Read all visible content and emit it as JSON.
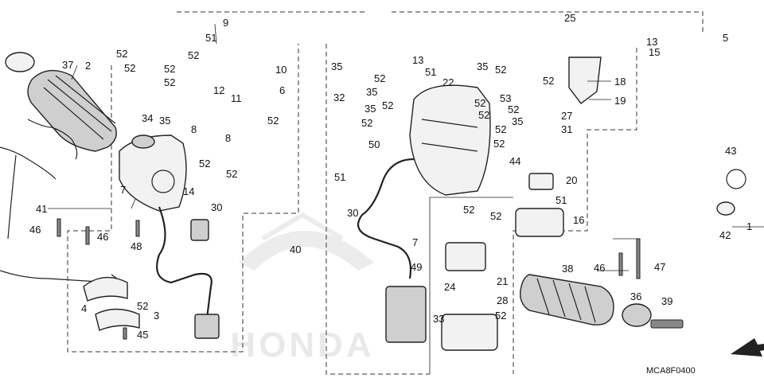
{
  "diagram": {
    "code": "MCA8F0400",
    "watermark": "HONDA",
    "labels": [
      {
        "id": "c37",
        "text": "37"
      },
      {
        "id": "c2",
        "text": "2"
      },
      {
        "id": "c52a",
        "text": "52"
      },
      {
        "id": "c52b",
        "text": "52"
      },
      {
        "id": "c52c",
        "text": "52"
      },
      {
        "id": "c52d",
        "text": "52"
      },
      {
        "id": "c52e",
        "text": "52"
      },
      {
        "id": "c34",
        "text": "34"
      },
      {
        "id": "c35a",
        "text": "35"
      },
      {
        "id": "c8a",
        "text": "8"
      },
      {
        "id": "c8b",
        "text": "8"
      },
      {
        "id": "c12",
        "text": "12"
      },
      {
        "id": "c11",
        "text": "11"
      },
      {
        "id": "c52f",
        "text": "52"
      },
      {
        "id": "c10",
        "text": "10"
      },
      {
        "id": "c6",
        "text": "6"
      },
      {
        "id": "c9",
        "text": "9"
      },
      {
        "id": "c51a",
        "text": "51"
      },
      {
        "id": "c52g",
        "text": "52"
      },
      {
        "id": "c14",
        "text": "14"
      },
      {
        "id": "c52h",
        "text": "52"
      },
      {
        "id": "c30a",
        "text": "30"
      },
      {
        "id": "c7a",
        "text": "7"
      },
      {
        "id": "c41",
        "text": "41"
      },
      {
        "id": "c46a",
        "text": "46"
      },
      {
        "id": "c46b",
        "text": "46"
      },
      {
        "id": "c48",
        "text": "48"
      },
      {
        "id": "c4",
        "text": "4"
      },
      {
        "id": "c52i",
        "text": "52"
      },
      {
        "id": "c3",
        "text": "3"
      },
      {
        "id": "c45",
        "text": "45"
      },
      {
        "id": "c40",
        "text": "40"
      },
      {
        "id": "c35b",
        "text": "35"
      },
      {
        "id": "c13",
        "text": "13"
      },
      {
        "id": "c51b",
        "text": "51"
      },
      {
        "id": "c22",
        "text": "22"
      },
      {
        "id": "c52j",
        "text": "52"
      },
      {
        "id": "c35c",
        "text": "35"
      },
      {
        "id": "c52k",
        "text": "52"
      },
      {
        "id": "c32",
        "text": "32"
      },
      {
        "id": "c35d",
        "text": "35"
      },
      {
        "id": "c52l",
        "text": "52"
      },
      {
        "id": "c52m",
        "text": "52"
      },
      {
        "id": "c52n",
        "text": "52"
      },
      {
        "id": "c50",
        "text": "50"
      },
      {
        "id": "c35e",
        "text": "35"
      },
      {
        "id": "c52o",
        "text": "52"
      },
      {
        "id": "c52p",
        "text": "52"
      },
      {
        "id": "c52q",
        "text": "52"
      },
      {
        "id": "c51c",
        "text": "51"
      },
      {
        "id": "c30b",
        "text": "30"
      },
      {
        "id": "c7b",
        "text": "7"
      },
      {
        "id": "c49",
        "text": "49"
      },
      {
        "id": "c52r",
        "text": "52"
      },
      {
        "id": "c52s",
        "text": "52"
      },
      {
        "id": "c24",
        "text": "24"
      },
      {
        "id": "c21",
        "text": "21"
      },
      {
        "id": "c33",
        "text": "33"
      },
      {
        "id": "c28",
        "text": "28"
      },
      {
        "id": "c52t",
        "text": "52"
      },
      {
        "id": "c25",
        "text": "25"
      },
      {
        "id": "c35f",
        "text": "35"
      },
      {
        "id": "c52u",
        "text": "52"
      },
      {
        "id": "c52v",
        "text": "52"
      },
      {
        "id": "c18",
        "text": "18"
      },
      {
        "id": "c19",
        "text": "19"
      },
      {
        "id": "c53",
        "text": "53"
      },
      {
        "id": "c27",
        "text": "27"
      },
      {
        "id": "c31",
        "text": "31"
      },
      {
        "id": "c44",
        "text": "44"
      },
      {
        "id": "c20",
        "text": "20"
      },
      {
        "id": "c51d",
        "text": "51"
      },
      {
        "id": "c16",
        "text": "16"
      },
      {
        "id": "c15",
        "text": "15"
      },
      {
        "id": "c13b",
        "text": "13"
      },
      {
        "id": "c5",
        "text": "5"
      },
      {
        "id": "c43",
        "text": "43"
      },
      {
        "id": "c42",
        "text": "42"
      },
      {
        "id": "c1",
        "text": "1"
      },
      {
        "id": "c46c",
        "text": "46"
      },
      {
        "id": "c47",
        "text": "47"
      },
      {
        "id": "c38",
        "text": "38"
      },
      {
        "id": "c36",
        "text": "36"
      },
      {
        "id": "c39",
        "text": "39"
      }
    ]
  }
}
